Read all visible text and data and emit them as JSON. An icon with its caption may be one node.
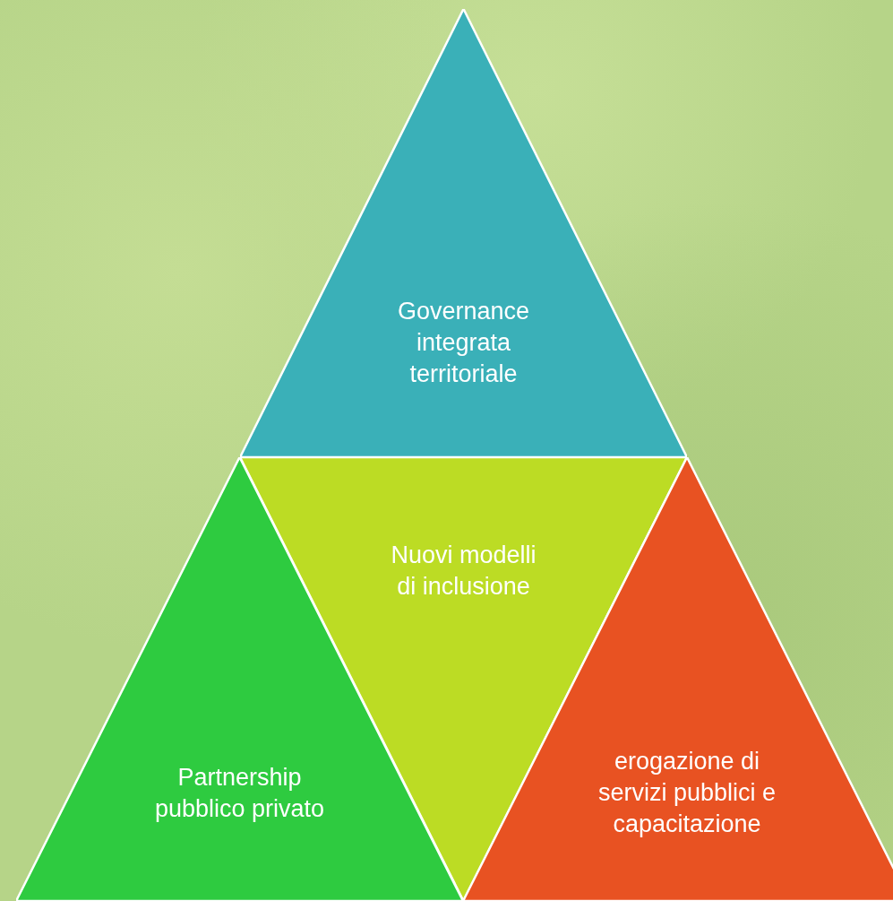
{
  "diagram": {
    "nodes": [
      {
        "text": [
          "Governance integrata territoriale"
        ]
      },
      {
        "text": [
          "Nuovi modelli di inclusione"
        ]
      },
      {
        "text": [
          "Partnership pubblico privato"
        ]
      },
      {
        "text": [
          "erogazione di servizi pubblici e capacitazione"
        ]
      }
    ]
  }
}
